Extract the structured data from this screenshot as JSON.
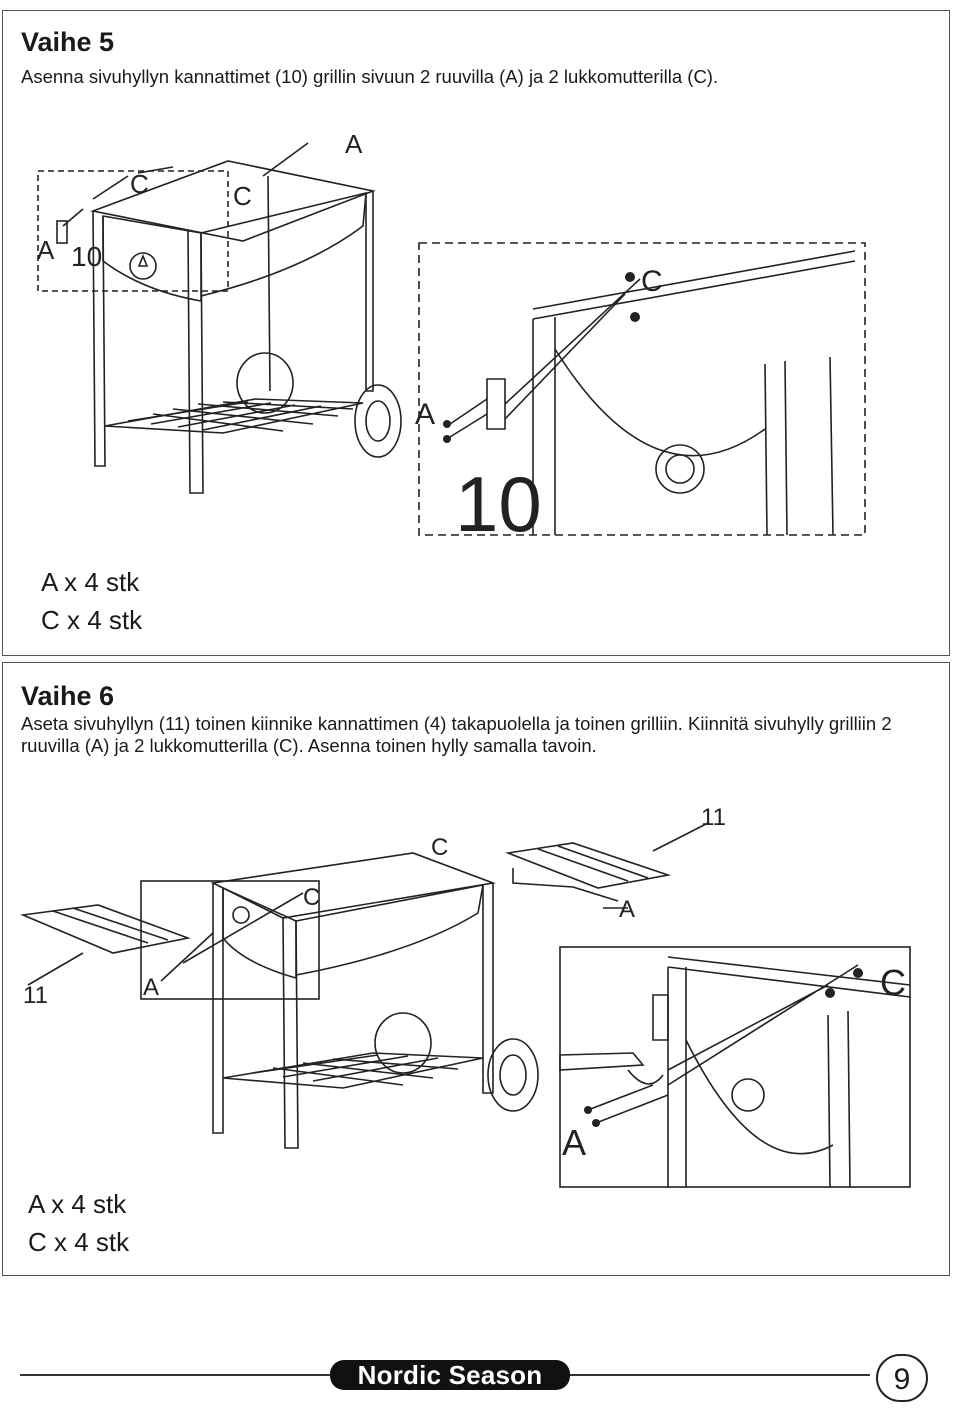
{
  "step5": {
    "title": "Vaihe 5",
    "instruction": "Asenna sivuhyllyn kannattimet (10) grillin sivuun 2 ruuvilla (A) ja 2 lukkomutterilla (C).",
    "labels": {
      "a": "A",
      "c": "C",
      "part": "10"
    },
    "quantities": [
      "A x 4 stk",
      "C x 4 stk"
    ]
  },
  "step6": {
    "title": "Vaihe 6",
    "instruction": "Aseta sivuhyllyn (11) toinen kiinnike kannattimen (4) takapuolella ja toinen grilliin. Kiinnitä sivuhylly grilliin 2 ruuvilla (A) ja 2 lukkomutterilla (C). Asenna toinen hylly samalla tavoin.",
    "labels": {
      "a": "A",
      "c": "C",
      "part": "11"
    },
    "quantities": [
      "A x 4 stk",
      "C x 4 stk"
    ]
  },
  "footer": {
    "brand": "Nordic Season",
    "page_number": "9"
  }
}
